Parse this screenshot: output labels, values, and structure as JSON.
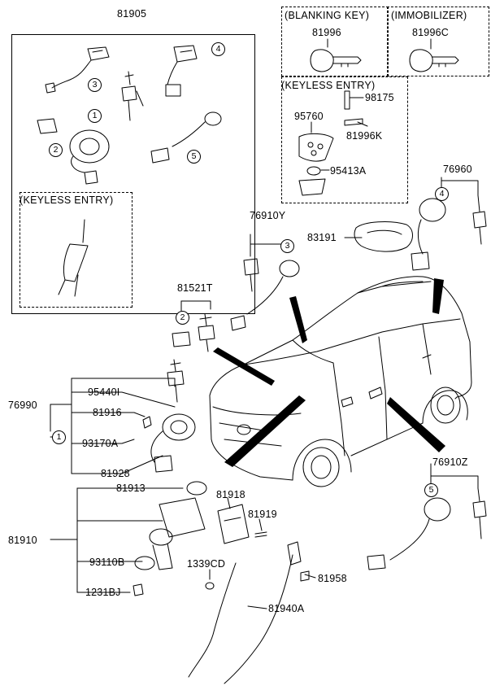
{
  "groups": {
    "g81905": "81905",
    "blanking_key_header": "(BLANKING KEY)",
    "immobilizer_header": "(IMMOBILIZER)",
    "keyless_entry_header_top": "(KEYLESS ENTRY)",
    "keyless_entry_header_left": "(KEYLESS ENTRY)"
  },
  "parts": {
    "p81996": "81996",
    "p81996C": "81996C",
    "p98175": "98175",
    "p95760": "95760",
    "p81996K": "81996K",
    "p95413A": "95413A",
    "p76960": "76960",
    "p76910Y": "76910Y",
    "p83191": "83191",
    "p81521T": "81521T",
    "p76990": "76990",
    "p95440I": "95440I",
    "p81916": "81916",
    "p93170A": "93170A",
    "p81928": "81928",
    "p81913": "81913",
    "p81918": "81918",
    "p81919": "81919",
    "p81910": "81910",
    "p93110B": "93110B",
    "p1339CD": "1339CD",
    "p81958": "81958",
    "p1231BJ": "1231BJ",
    "p81940A": "81940A",
    "p76910Z": "76910Z"
  },
  "callouts": {
    "c1": "1",
    "c2": "2",
    "c3": "3",
    "c4": "4",
    "c5": "5"
  }
}
